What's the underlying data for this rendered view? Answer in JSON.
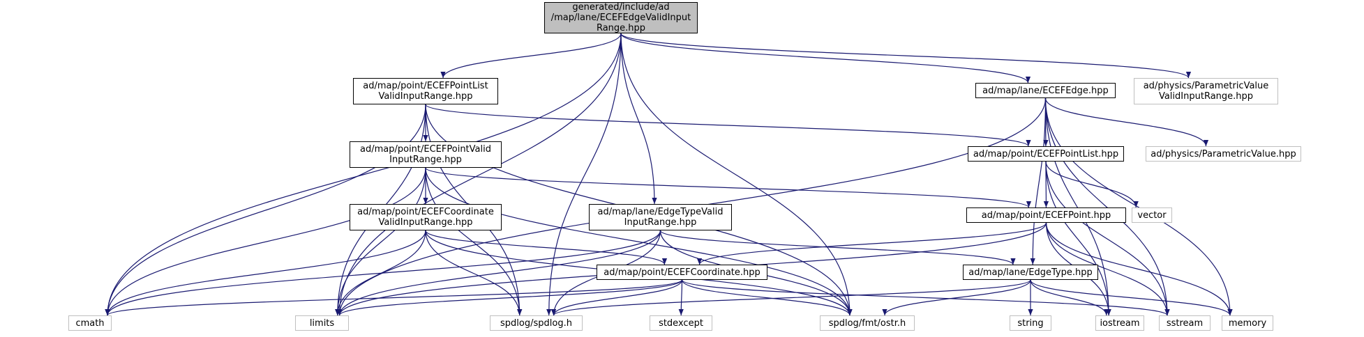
{
  "colors": {
    "edge": "#191970",
    "root_fill": "#bfbfbf",
    "system_border": "#bfbfbf",
    "node_border": "#000000"
  },
  "nodes": [
    {
      "id": "root",
      "lines": [
        "generated/include/ad",
        "/map/lane/ECEFEdgeValidInput",
        "Range.hpp"
      ],
      "kind": "root"
    },
    {
      "id": "pl_vir",
      "lines": [
        "ad/map/point/ECEFPointList",
        "ValidInputRange.hpp"
      ],
      "kind": "local"
    },
    {
      "id": "edge",
      "lines": [
        "ad/map/lane/ECEFEdge.hpp"
      ],
      "kind": "local"
    },
    {
      "id": "pv_vir",
      "lines": [
        "ad/physics/ParametricValue",
        "ValidInputRange.hpp"
      ],
      "kind": "system"
    },
    {
      "id": "pt_vir",
      "lines": [
        "ad/map/point/ECEFPointValid",
        "InputRange.hpp"
      ],
      "kind": "local"
    },
    {
      "id": "plist",
      "lines": [
        "ad/map/point/ECEFPointList.hpp"
      ],
      "kind": "local"
    },
    {
      "id": "pv",
      "lines": [
        "ad/physics/ParametricValue.hpp"
      ],
      "kind": "system"
    },
    {
      "id": "co_vir",
      "lines": [
        "ad/map/point/ECEFCoordinate",
        "ValidInputRange.hpp"
      ],
      "kind": "local"
    },
    {
      "id": "et_vir",
      "lines": [
        "ad/map/lane/EdgeTypeValid",
        "InputRange.hpp"
      ],
      "kind": "local"
    },
    {
      "id": "point",
      "lines": [
        "ad/map/point/ECEFPoint.hpp"
      ],
      "kind": "local"
    },
    {
      "id": "vector",
      "lines": [
        "vector"
      ],
      "kind": "system"
    },
    {
      "id": "coord",
      "lines": [
        "ad/map/point/ECEFCoordinate.hpp"
      ],
      "kind": "local"
    },
    {
      "id": "etype",
      "lines": [
        "ad/map/lane/EdgeType.hpp"
      ],
      "kind": "local"
    },
    {
      "id": "cmath",
      "lines": [
        "cmath"
      ],
      "kind": "system"
    },
    {
      "id": "limits",
      "lines": [
        "limits"
      ],
      "kind": "system"
    },
    {
      "id": "spdlog",
      "lines": [
        "spdlog/spdlog.h"
      ],
      "kind": "system"
    },
    {
      "id": "stdexcept",
      "lines": [
        "stdexcept"
      ],
      "kind": "system"
    },
    {
      "id": "ostr",
      "lines": [
        "spdlog/fmt/ostr.h"
      ],
      "kind": "system"
    },
    {
      "id": "string",
      "lines": [
        "string"
      ],
      "kind": "system"
    },
    {
      "id": "iostream",
      "lines": [
        "iostream"
      ],
      "kind": "system"
    },
    {
      "id": "sstream",
      "lines": [
        "sstream"
      ],
      "kind": "system"
    },
    {
      "id": "memory",
      "lines": [
        "memory"
      ],
      "kind": "system"
    }
  ],
  "edges": [
    [
      "root",
      "pl_vir"
    ],
    [
      "root",
      "edge"
    ],
    [
      "root",
      "pv_vir"
    ],
    [
      "root",
      "et_vir"
    ],
    [
      "root",
      "cmath"
    ],
    [
      "root",
      "limits"
    ],
    [
      "root",
      "spdlog"
    ],
    [
      "root",
      "ostr"
    ],
    [
      "pl_vir",
      "pt_vir"
    ],
    [
      "pl_vir",
      "plist"
    ],
    [
      "pl_vir",
      "cmath"
    ],
    [
      "pl_vir",
      "limits"
    ],
    [
      "pl_vir",
      "spdlog"
    ],
    [
      "pl_vir",
      "ostr"
    ],
    [
      "edge",
      "plist"
    ],
    [
      "edge",
      "pv"
    ],
    [
      "edge",
      "etype"
    ],
    [
      "edge",
      "limits"
    ],
    [
      "edge",
      "iostream"
    ],
    [
      "edge",
      "sstream"
    ],
    [
      "edge",
      "memory"
    ],
    [
      "pt_vir",
      "co_vir"
    ],
    [
      "pt_vir",
      "point"
    ],
    [
      "pt_vir",
      "cmath"
    ],
    [
      "pt_vir",
      "limits"
    ],
    [
      "pt_vir",
      "spdlog"
    ],
    [
      "pt_vir",
      "ostr"
    ],
    [
      "plist",
      "point"
    ],
    [
      "plist",
      "vector"
    ],
    [
      "plist",
      "iostream"
    ],
    [
      "plist",
      "sstream"
    ],
    [
      "co_vir",
      "coord"
    ],
    [
      "co_vir",
      "cmath"
    ],
    [
      "co_vir",
      "limits"
    ],
    [
      "co_vir",
      "spdlog"
    ],
    [
      "co_vir",
      "ostr"
    ],
    [
      "et_vir",
      "etype"
    ],
    [
      "et_vir",
      "cmath"
    ],
    [
      "et_vir",
      "limits"
    ],
    [
      "et_vir",
      "spdlog"
    ],
    [
      "et_vir",
      "ostr"
    ],
    [
      "point",
      "coord"
    ],
    [
      "point",
      "limits"
    ],
    [
      "point",
      "iostream"
    ],
    [
      "point",
      "sstream"
    ],
    [
      "point",
      "memory"
    ],
    [
      "coord",
      "cmath"
    ],
    [
      "coord",
      "limits"
    ],
    [
      "coord",
      "spdlog"
    ],
    [
      "coord",
      "stdexcept"
    ],
    [
      "coord",
      "ostr"
    ],
    [
      "coord",
      "sstream"
    ],
    [
      "etype",
      "spdlog"
    ],
    [
      "etype",
      "ostr"
    ],
    [
      "etype",
      "string"
    ],
    [
      "etype",
      "iostream"
    ],
    [
      "etype",
      "memory"
    ]
  ]
}
